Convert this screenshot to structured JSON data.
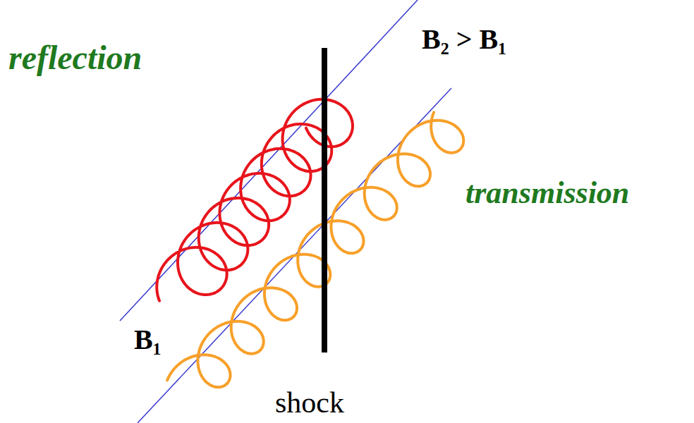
{
  "diagram": {
    "labels": [
      "reflection",
      "B₂ > B₁",
      "transmission",
      "B₁",
      "shock"
    ]
  }
}
